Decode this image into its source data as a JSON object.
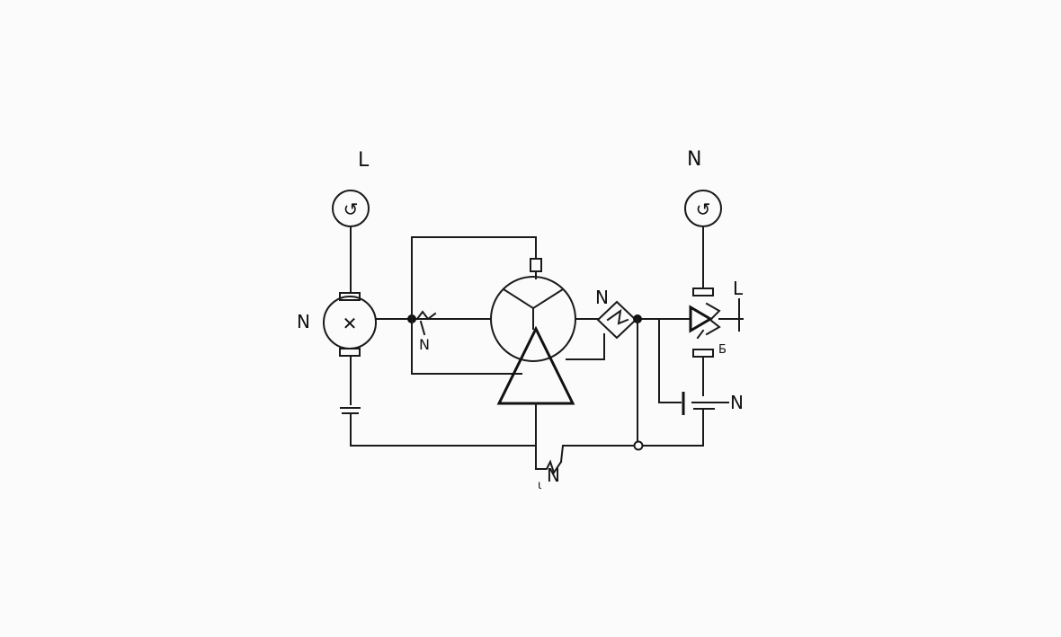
{
  "diagram": {
    "labels": {
      "top_left_supply": "L",
      "top_right_supply": "N",
      "motor_left": "N",
      "switch_below": "N",
      "diamond_left": "N",
      "relay_top_right": "L",
      "relay_small": "Б",
      "right_bottom": "N",
      "bottom_center": "N",
      "bottom_center_small": "ɩ"
    },
    "symbols": {
      "left_source_glyph": "↺",
      "right_source_glyph": "↺",
      "motor_glyph": "✕"
    }
  }
}
